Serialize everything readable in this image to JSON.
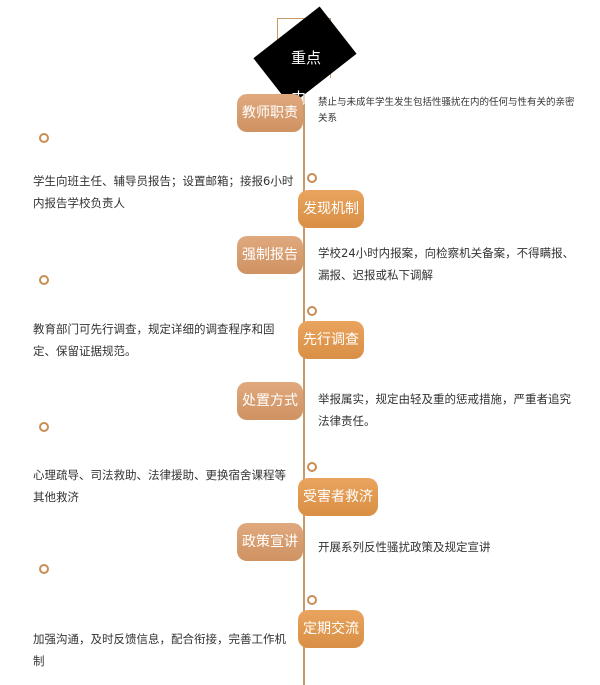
{
  "title": {
    "line1": "重点",
    "line2": "内容"
  },
  "items": [
    {
      "label": "教师职责",
      "desc": "禁止与未成年学生发生包括性骚扰在内的任何与性有关的亲密关系"
    },
    {
      "label": "发现机制",
      "desc": "学生向班主任、辅导员报告；设置邮箱；接报6小时内报告学校负责人"
    },
    {
      "label": "强制报告",
      "desc": "学校24小时内报案，向检察机关备案，不得瞒报、漏报、迟报或私下调解"
    },
    {
      "label": "先行调查",
      "desc": "教育部门可先行调查，规定详细的调查程序和固定、保留证据规范。"
    },
    {
      "label": "处置方式",
      "desc": "举报属实，规定由轻及重的惩戒措施，严重者追究法律责任。"
    },
    {
      "label": "受害者救济",
      "desc": "心理疏导、司法救助、法律援助、更换宿舍课程等其他救济"
    },
    {
      "label": "政策宣讲",
      "desc": "开展系列反性骚扰政策及规定宣讲"
    },
    {
      "label": "定期交流",
      "desc": "加强沟通，及时反馈信息，配合衔接，完善工作机制"
    }
  ],
  "colors": {
    "line": "#c79a6a",
    "pill_left": "#d89c6e",
    "pill_right": "#e19b52",
    "dot": "#c98d55"
  }
}
